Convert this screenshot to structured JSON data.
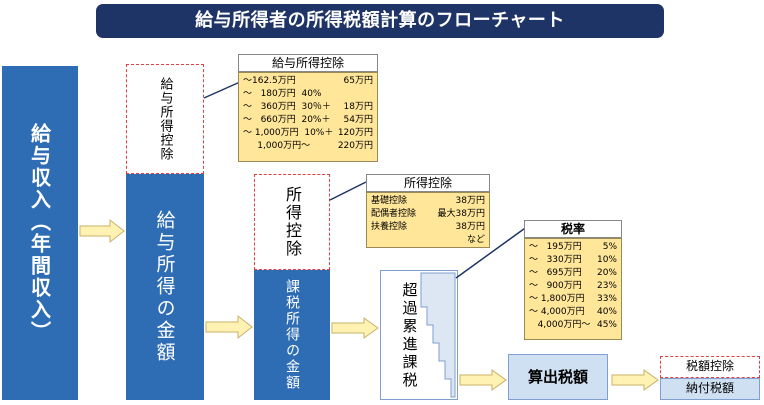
{
  "title": "給与所得者の所得税額計算のフローチャート",
  "salary_income": "給与収入（年間収入）",
  "kyuyo_shotoku_kojo_label": "給与所得控除",
  "kyuyo_shotoku_amount": "給与所得の金額",
  "kyuyo_kojo_table": {
    "header": "給与所得控除",
    "rows": [
      [
        "～162.5万円",
        "65万円"
      ],
      [
        "～   180万円  40%",
        ""
      ],
      [
        "～   360万円  30％＋",
        "18万円"
      ],
      [
        "～   660万円  20%＋",
        "54万円"
      ],
      [
        "～ 1,000万円  10%＋",
        "120万円"
      ],
      [
        "     1,000万円～",
        "220万円"
      ]
    ]
  },
  "shotoku_kojo_label": "所得控除",
  "kazei_shotoku_amount": "課税所得の金額",
  "shotoku_kojo_table": {
    "header": "所得控除",
    "rows": [
      [
        "基礎控除",
        "38万円"
      ],
      [
        "配偶者控除",
        "最大38万円"
      ],
      [
        "扶養控除",
        "38万円"
      ],
      [
        "",
        "など"
      ]
    ]
  },
  "progressive_tax": "超過累進課税",
  "tax_rate_table": {
    "header": "税率",
    "rows": [
      [
        "～   195万円",
        "5%"
      ],
      [
        "～   330万円",
        "10%"
      ],
      [
        "～   695万円",
        "20%"
      ],
      [
        "～   900万円",
        "23%"
      ],
      [
        "～ 1,800万円",
        "33%"
      ],
      [
        "～ 4,000万円",
        "40%"
      ],
      [
        "   4,000万円～",
        "45%"
      ]
    ]
  },
  "calculated_tax": "算出税額",
  "tax_credit": "税額控除",
  "tax_payable": "納付税額"
}
